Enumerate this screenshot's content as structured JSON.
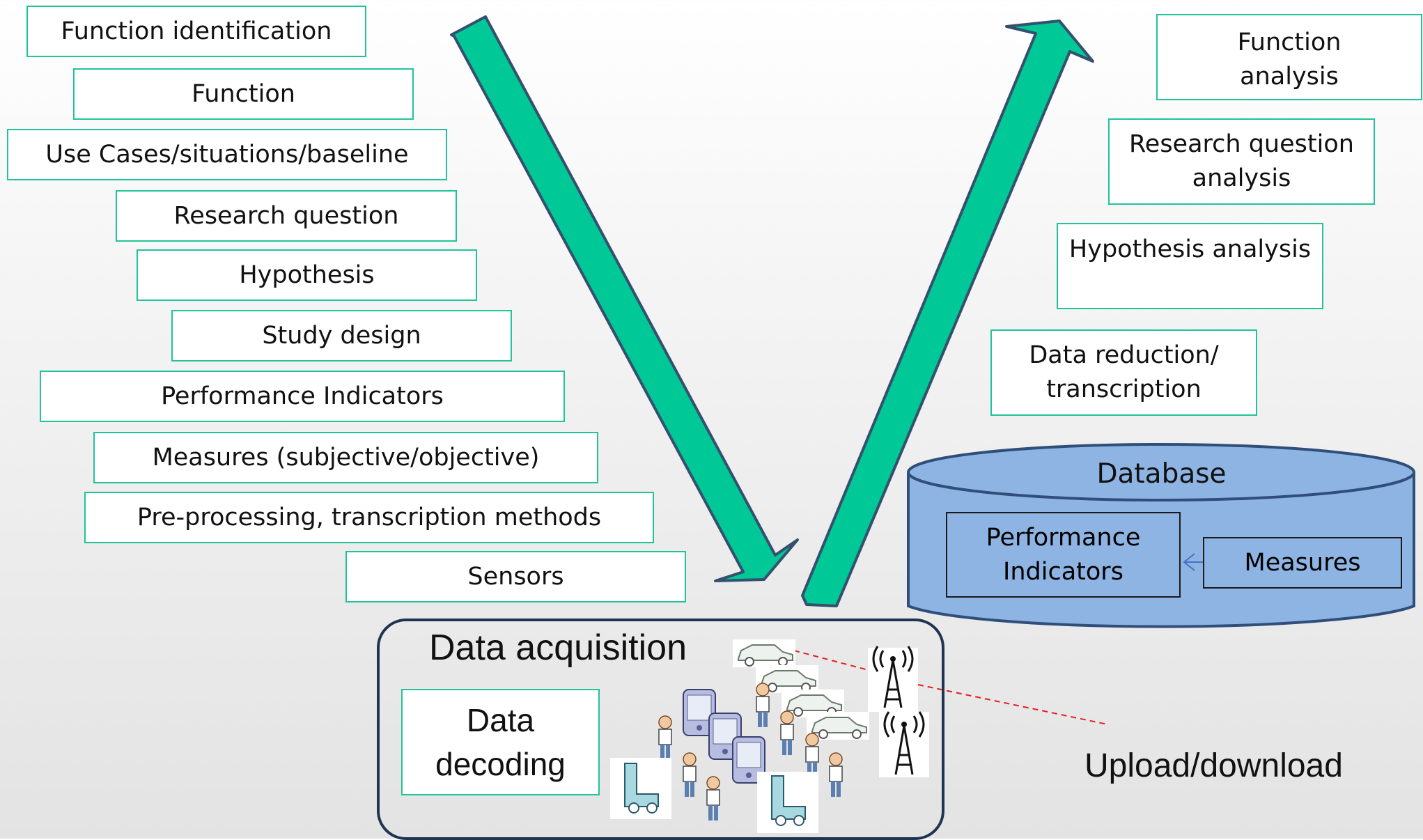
{
  "left_steps": [
    "Function identification",
    "Function",
    "Use Cases/situations/baseline",
    "Research question",
    "Hypothesis",
    "Study design",
    "Performance Indicators",
    "Measures (subjective/objective)",
    "Pre-processing, transcription methods",
    "Sensors"
  ],
  "right_steps": [
    "Function\nanalysis",
    "Research question\nanalysis",
    "Hypothesis analysis",
    "Data reduction/\ntranscription"
  ],
  "database": {
    "title": "Database",
    "performance_indicators": "Performance\nIndicators",
    "measures": "Measures"
  },
  "acquisition": {
    "title": "Data acquisition",
    "decoding": "Data\ndecoding"
  },
  "upload_label": "Upload/download",
  "colors": {
    "arrow": "#00c896",
    "arrow_outline": "#34506e",
    "box_border": "#21c49a",
    "database_fill": "#8eb4e3",
    "database_outline": "#2f4f7a",
    "link_dashed": "#e02020"
  },
  "icons": [
    "car-icon",
    "person-icon",
    "handheld-device-icon",
    "truck-icon",
    "antenna-icon"
  ]
}
